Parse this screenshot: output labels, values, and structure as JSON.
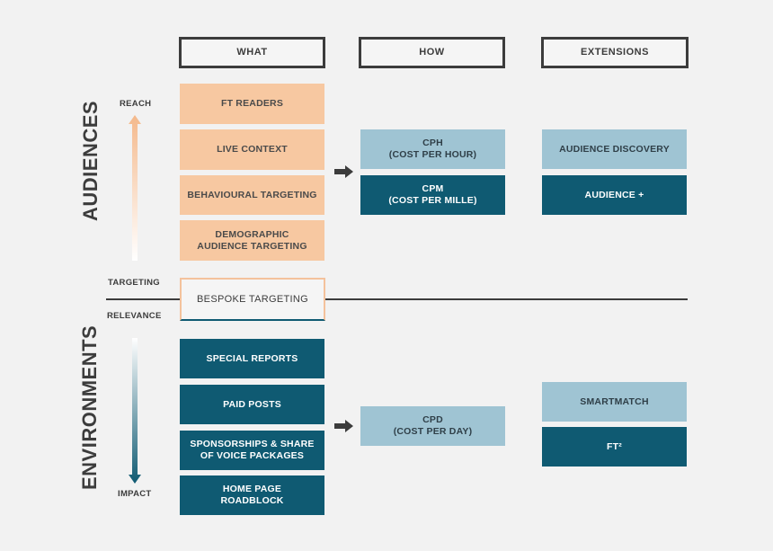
{
  "headers": {
    "what": "WHAT",
    "how": "HOW",
    "extensions": "EXTENSIONS"
  },
  "left_labels": {
    "reach": "REACH",
    "targeting": "TARGETING",
    "relevance": "RELEVANCE",
    "impact": "IMPACT",
    "audiences": "AUDIENCES",
    "environments": "ENVIRONMENTS"
  },
  "what_audiences": [
    "FT READERS",
    "LIVE CONTEXT",
    "BEHAVIOURAL TARGETING",
    "DEMOGRAPHIC\nAUDIENCE TARGETING"
  ],
  "bespoke": "BESPOKE TARGETING",
  "what_environments": [
    "SPECIAL REPORTS",
    "PAID POSTS",
    "SPONSORSHIPS & SHARE\nOF VOICE PACKAGES",
    "HOME PAGE\nROADBLOCK"
  ],
  "how_audiences": [
    "CPH\n(COST PER HOUR)",
    "CPM\n(COST PER MILLE)"
  ],
  "how_environments": [
    "CPD\n(COST PER DAY)"
  ],
  "ext_audiences": [
    "AUDIENCE DISCOVERY",
    "AUDIENCE +"
  ],
  "ext_environments": [
    "SMARTMATCH",
    "FT²"
  ],
  "colors": {
    "peach": "#f7c8a1",
    "teal": "#0f5a72",
    "light_blue": "#9fc4d3",
    "dark": "#3c3c3c"
  },
  "icons": [
    "arrow-right-icon",
    "arrow-right-icon",
    "gradient-arrow-up-icon",
    "gradient-arrow-down-icon"
  ]
}
